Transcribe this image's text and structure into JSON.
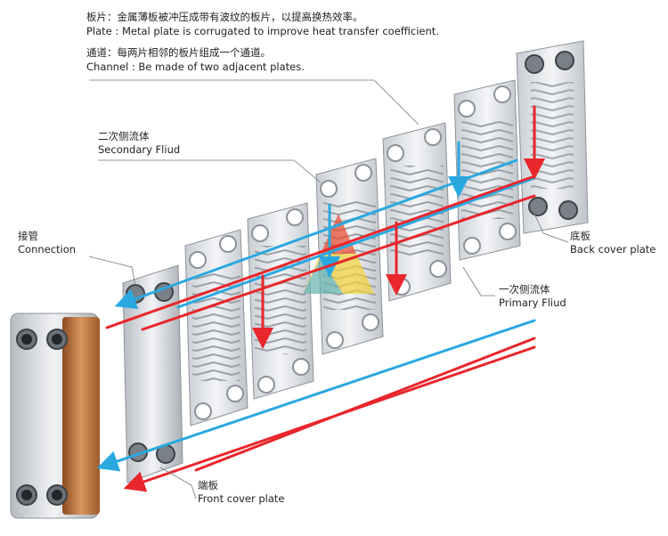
{
  "labels": {
    "plate_cn": "板片：金属薄板被冲压成带有波纹的板片，以提高换热效率。",
    "plate_en": "Plate : Metal plate is corrugated to improve heat transfer coefficient.",
    "channel_cn": "通道：每两片相邻的板片组成一个通道。",
    "channel_en": "Channel : Be made of two adjacent plates.",
    "secondary_cn": "二次侧流体",
    "secondary_en": "Secondary Fliud",
    "connection_cn": "接管",
    "connection_en": "Connection",
    "back_cn": "底板",
    "back_en": "Back cover plate",
    "primary_cn": "一次侧流体",
    "primary_en": "Primary Fliud",
    "front_cn": "端板",
    "front_en": "Front cover plate"
  },
  "colors": {
    "primary_flow": "#e8262b",
    "secondary_flow": "#29a8e0",
    "copper": "#c0753f",
    "plate": "#d7dbe0",
    "leader": "#777777"
  },
  "icons": {
    "watermark": "triangle-logo-watermark"
  }
}
